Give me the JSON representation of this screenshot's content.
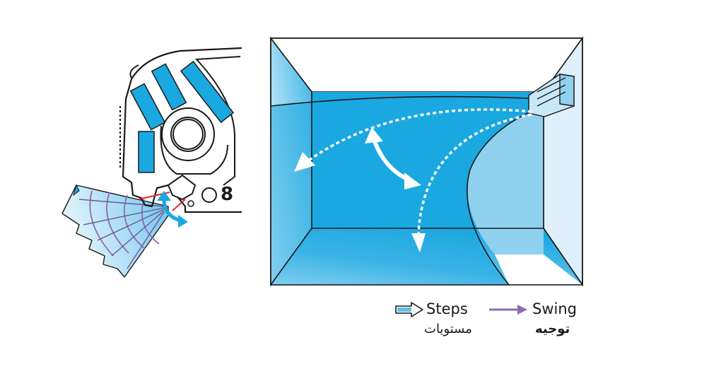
{
  "legend": {
    "steps": {
      "label": "Steps",
      "label_ar": "مستويات",
      "icon": "outline-arrow-right-icon",
      "color": "#1aa8e0"
    },
    "swing": {
      "label": "Swing",
      "label_ar": "توجيه",
      "icon": "arrow-right-icon",
      "color": "#8c6bb8"
    }
  },
  "colors": {
    "airflow_blue": "#1aa8e0",
    "wall_light": "#dff0fa",
    "wall_mid": "#8fd0ef",
    "swing_purple": "#8c6bb8",
    "louver_red": "#e0262b",
    "outline": "#1a1a1a"
  }
}
